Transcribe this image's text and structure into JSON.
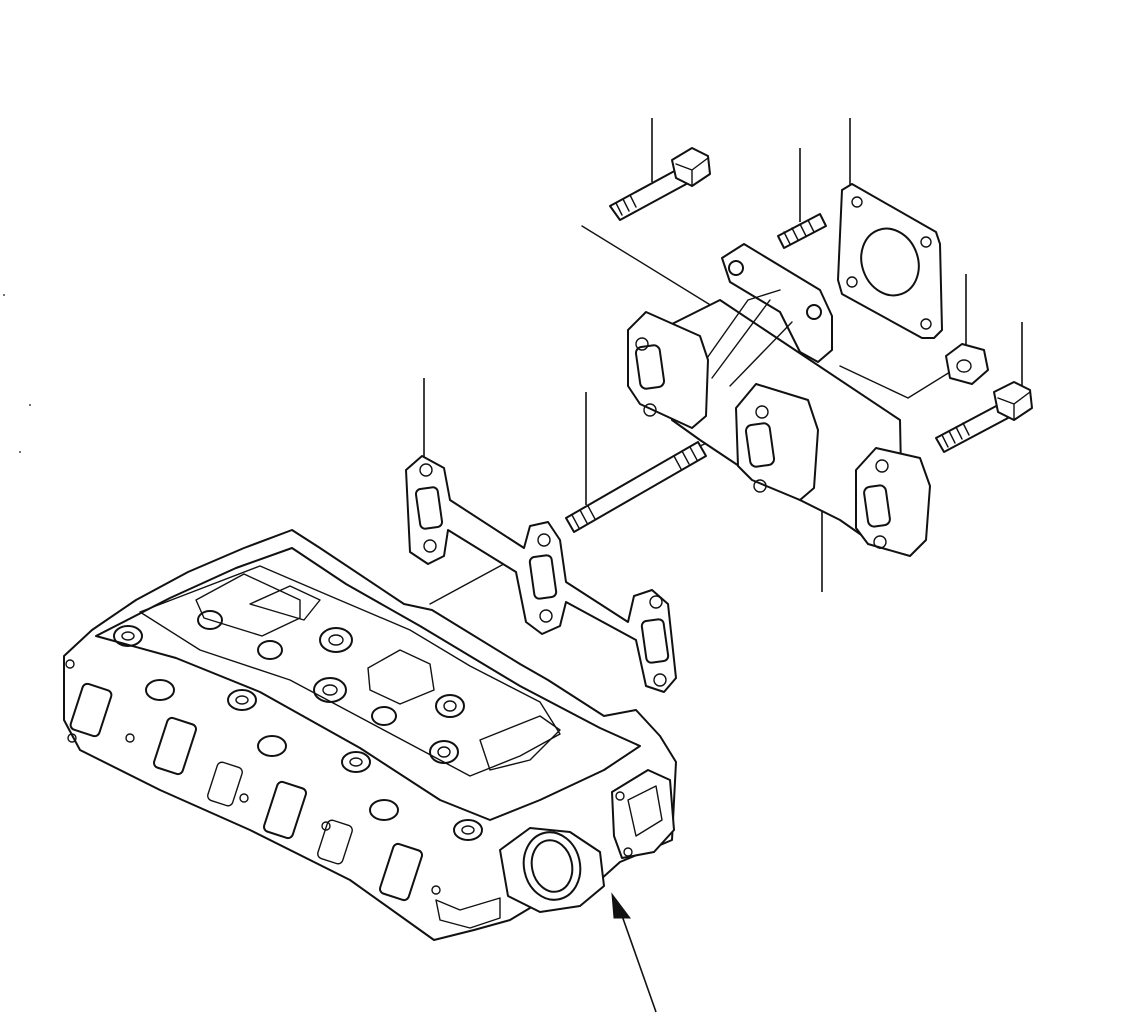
{
  "diagram": {
    "type": "exploded parts diagram",
    "parts": [
      {
        "name": "cylinder-head"
      },
      {
        "name": "exhaust-manifold-gasket"
      },
      {
        "name": "exhaust-manifold"
      },
      {
        "name": "flange-gasket"
      },
      {
        "name": "stud-long"
      },
      {
        "name": "stud-short"
      },
      {
        "name": "bolt-upper"
      },
      {
        "name": "bolt-lower"
      },
      {
        "name": "flange-nut"
      }
    ],
    "callouts": 8,
    "arrows": 1
  }
}
